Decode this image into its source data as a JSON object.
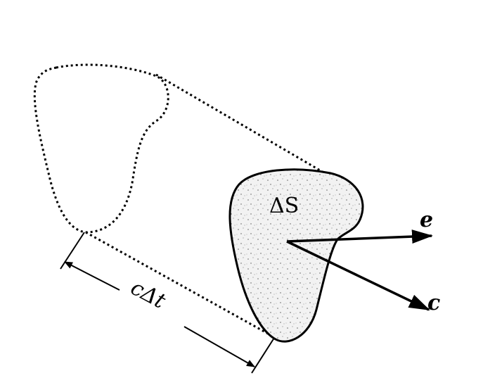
{
  "labels": {
    "area": "ΔS",
    "unit_vector": "e",
    "velocity": "c",
    "length": "cΔt"
  },
  "colors": {
    "ink": "#000000",
    "fill": "#e6e6e6"
  }
}
